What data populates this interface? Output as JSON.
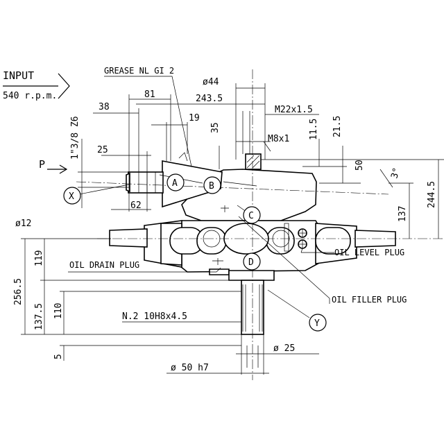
{
  "input": {
    "title": "INPUT",
    "rpm": "540 r.p.m."
  },
  "arrow_p": "P",
  "notes": {
    "grease": "GREASE NL GI 2",
    "oil_drain": "OIL DRAIN PLUG",
    "oil_level": "OIL LEVEL PLUG",
    "oil_filler": "OIL FILLER PLUG",
    "spline": "N.2 10H8x4.5"
  },
  "dims": {
    "d44": "ø44",
    "d243_5": "243.5",
    "m22": "M22x1.5",
    "d81": "81",
    "d38": "38",
    "d19": "19",
    "d35": "35",
    "thread": "1\"3/8 Z6",
    "d11_5": "11.5",
    "d21_5": "21.5",
    "m8": "M8x1",
    "d25_left": "25",
    "d50": "50",
    "deg3": "3°",
    "d244_5": "244.5",
    "d137": "137",
    "d62": "62",
    "d12": "ø12",
    "d119": "119",
    "d256_5": "256.5",
    "d137_5": "137.5",
    "d110": "110",
    "d5": "5",
    "d25_bottom": "ø 25",
    "d50h7": "ø 50 h7"
  },
  "bubbles": {
    "a": "A",
    "b": "B",
    "c": "C",
    "d": "D",
    "x": "X",
    "y": "Y"
  }
}
